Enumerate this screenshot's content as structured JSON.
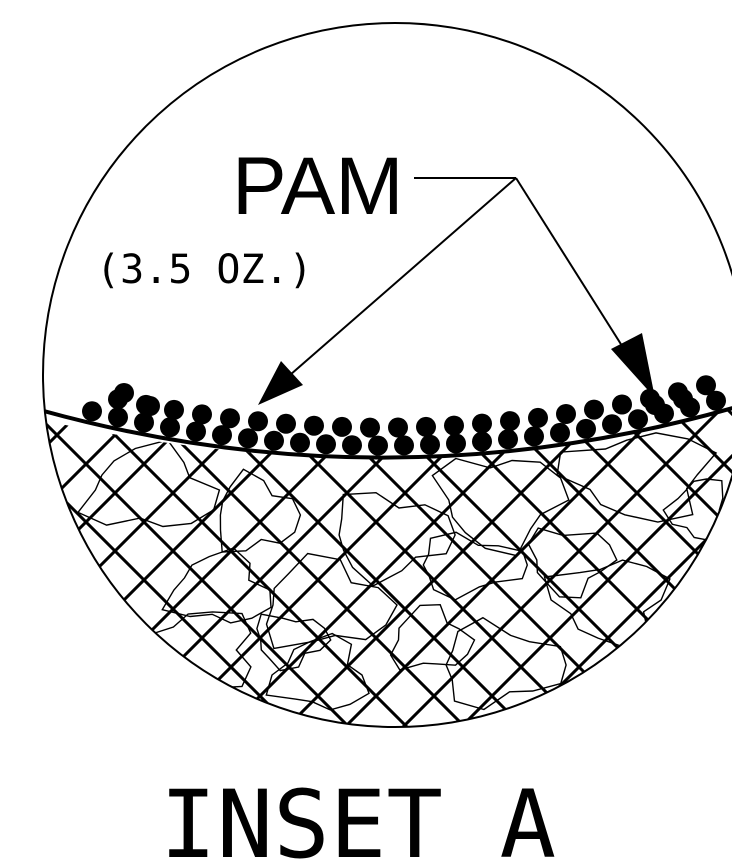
{
  "diagram": {
    "label_main": "PAM",
    "label_sub": "(3.5 OZ.)",
    "caption": "INSET A",
    "colors": {
      "ink": "#000000",
      "paper": "#ffffff"
    },
    "icons": [
      "arrow-head-icon"
    ]
  }
}
